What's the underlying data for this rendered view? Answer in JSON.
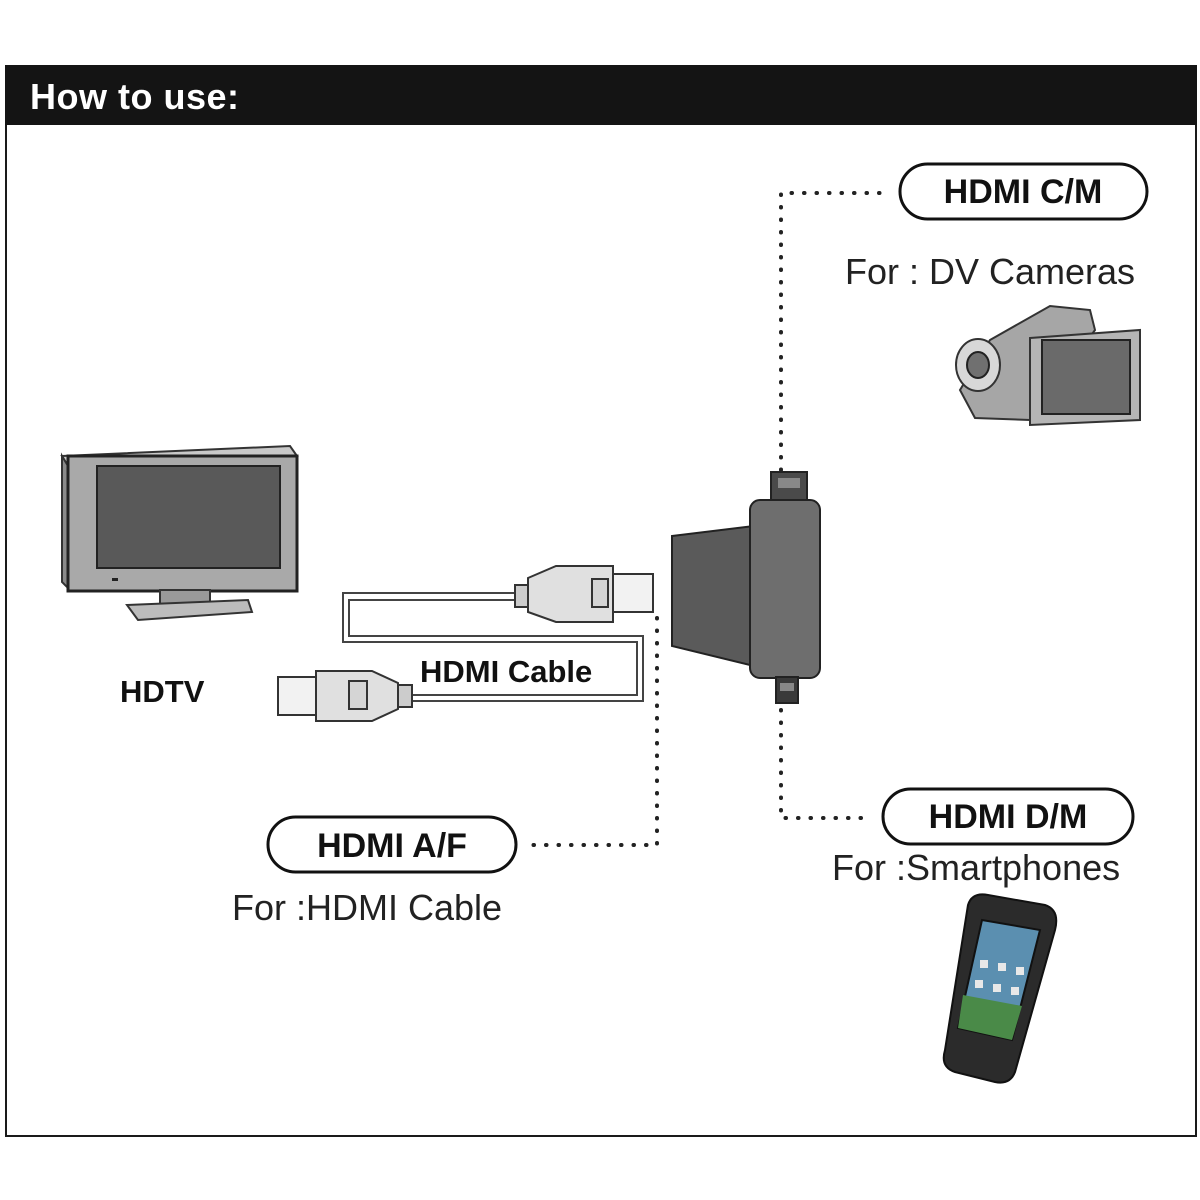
{
  "header": {
    "title": "How to use:"
  },
  "hdtv": {
    "label": "HDTV"
  },
  "cable": {
    "label": "HDMI Cable"
  },
  "connectors": {
    "cm": {
      "label": "HDMI C/M",
      "caption": "For : DV Cameras"
    },
    "dm": {
      "label": "HDMI D/M",
      "caption": "For :Smartphones"
    },
    "af": {
      "label": "HDMI A/F",
      "caption": "For :HDMI Cable"
    }
  },
  "icons": [
    "hdtv-monitor-icon",
    "camcorder-icon",
    "smartphone-icon",
    "hdmi-adapter-icon",
    "hdmi-plug-icon"
  ],
  "colors": {
    "header_bg": "#141414",
    "header_text": "#ffffff",
    "device_grey": "#6e6e6e"
  }
}
